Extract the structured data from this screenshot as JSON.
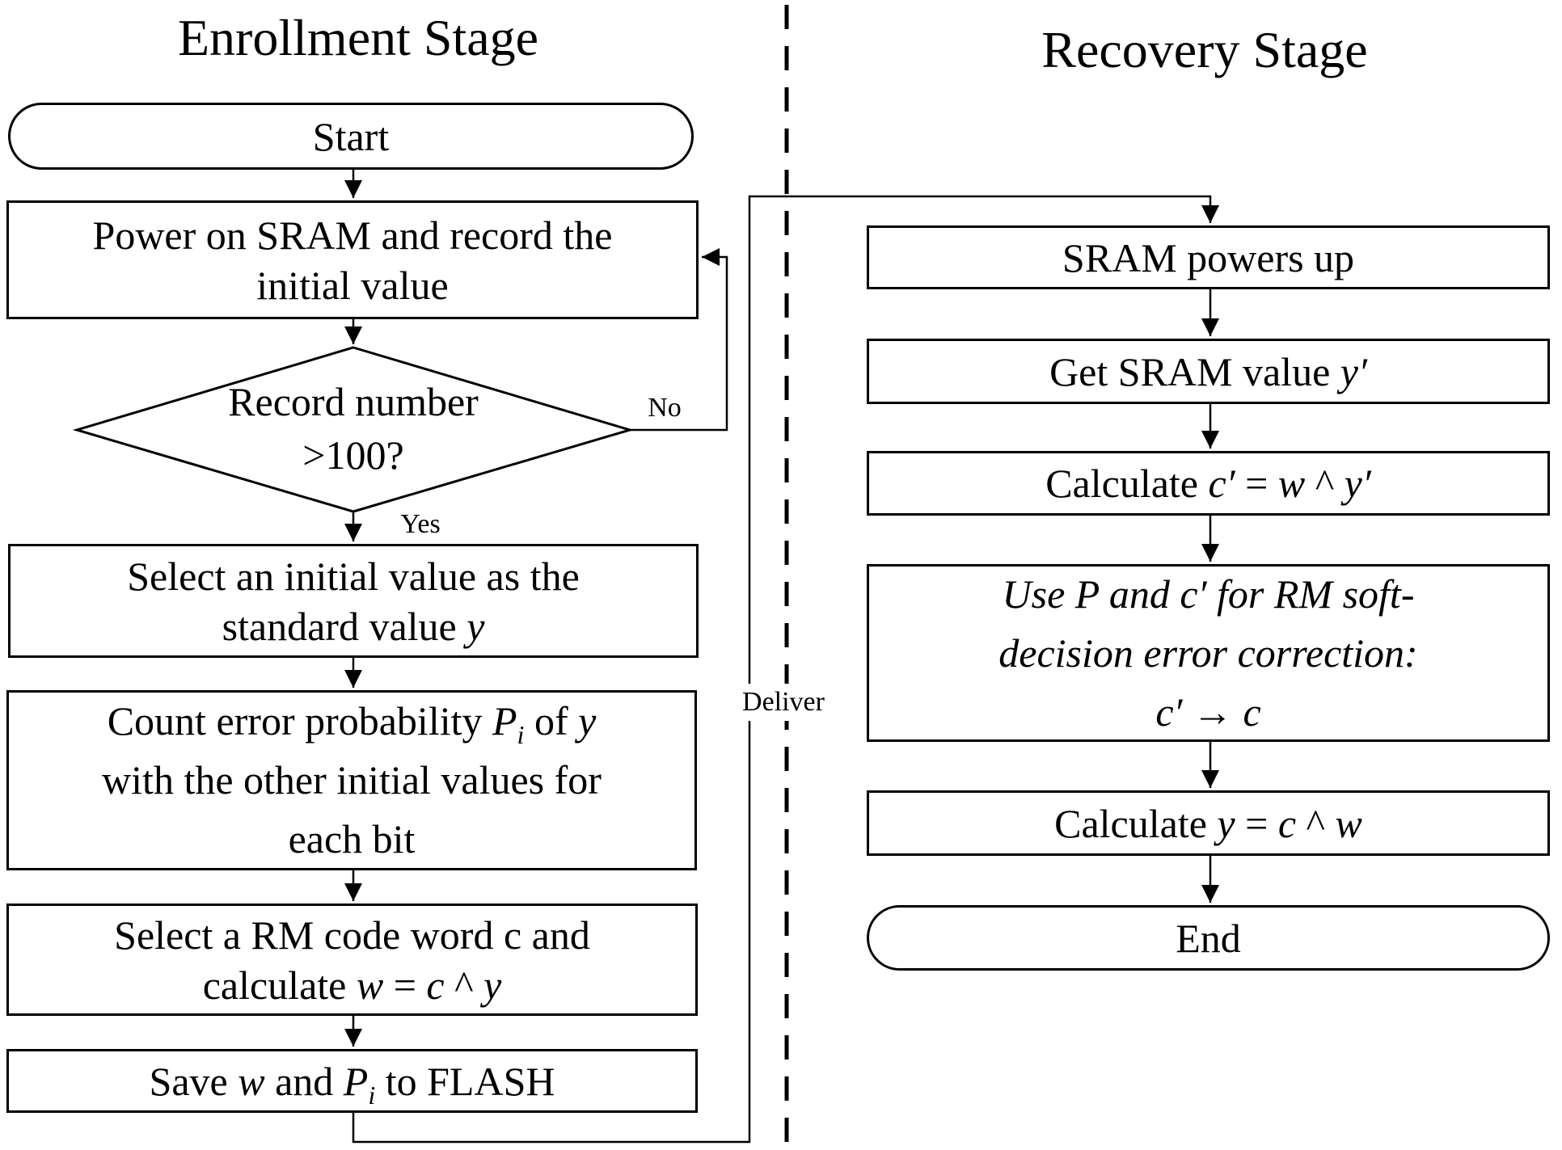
{
  "colors": {
    "ink": "#000000",
    "background": "#ffffff"
  },
  "labels": {
    "yes": "Yes",
    "no": "No",
    "deliver": "Deliver"
  },
  "enrollment": {
    "title": "Enrollment Stage",
    "start": "Start",
    "power": {
      "line1": "Power on SRAM and record the",
      "line2": "initial value"
    },
    "decision": {
      "line1": "Record number",
      "line2": ">100?"
    },
    "select_initial": {
      "line1": "Select an initial value as the",
      "line2_text": "standard value ",
      "line2_var": "y"
    },
    "count": {
      "l1_text1": "Count error probability ",
      "l1_var1": "P",
      "l1_sub": "i",
      "l1_text2": " of ",
      "l1_var2": "y",
      "l2": "with the other initial values for",
      "l3": "each bit"
    },
    "rm_code": {
      "l1": "Select a RM code word c and",
      "l2_text": "calculate ",
      "l2_w": "w",
      "l2_eq": " = ",
      "l2_c": "c",
      "l2_caret": " ^ ",
      "l2_y": "y"
    },
    "save": {
      "t1": "Save ",
      "w": "w",
      "t2": " and ",
      "P": "P",
      "sub": "i",
      "t3": " to FLASH"
    }
  },
  "recovery": {
    "title": "Recovery Stage",
    "power_up": "SRAM powers up",
    "get_value": {
      "text": "Get SRAM value ",
      "var": "y′"
    },
    "calc_c": {
      "text": "Calculate ",
      "c": "c′",
      "eq": " = ",
      "w": "w",
      "caret": " ^ ",
      "y": "y′"
    },
    "correction": {
      "l1": "Use P and c′ for RM soft-",
      "l2": "decision error correction:",
      "l3": "c′ → c"
    },
    "calc_y": {
      "text": "Calculate ",
      "y": "y",
      "eq": " = ",
      "c": "c",
      "caret": " ^ ",
      "w": "w"
    },
    "end": "End"
  }
}
